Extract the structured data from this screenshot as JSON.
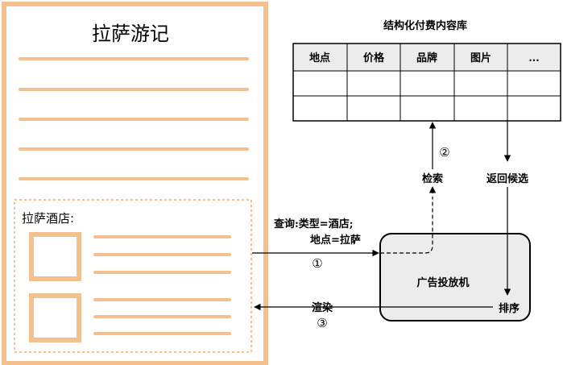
{
  "document": {
    "title": "拉萨游记",
    "section_label": "拉萨酒店:"
  },
  "database": {
    "title": "结构化付费内容库",
    "columns": [
      "地点",
      "价格",
      "品牌",
      "图片",
      "..."
    ]
  },
  "ad_engine": {
    "label": "广告投放机",
    "sort_label": "排序"
  },
  "flow": {
    "query_line1": "查询:类型=酒店;",
    "query_line2": "地点=拉萨",
    "step1": "①",
    "search": "检索",
    "step2": "②",
    "return_candidates": "返回候选",
    "render": "渲染",
    "step3": "③"
  },
  "colors": {
    "accent_orange": "#f5c08f",
    "line_dark": "#000000",
    "box_fill": "#ececec"
  }
}
